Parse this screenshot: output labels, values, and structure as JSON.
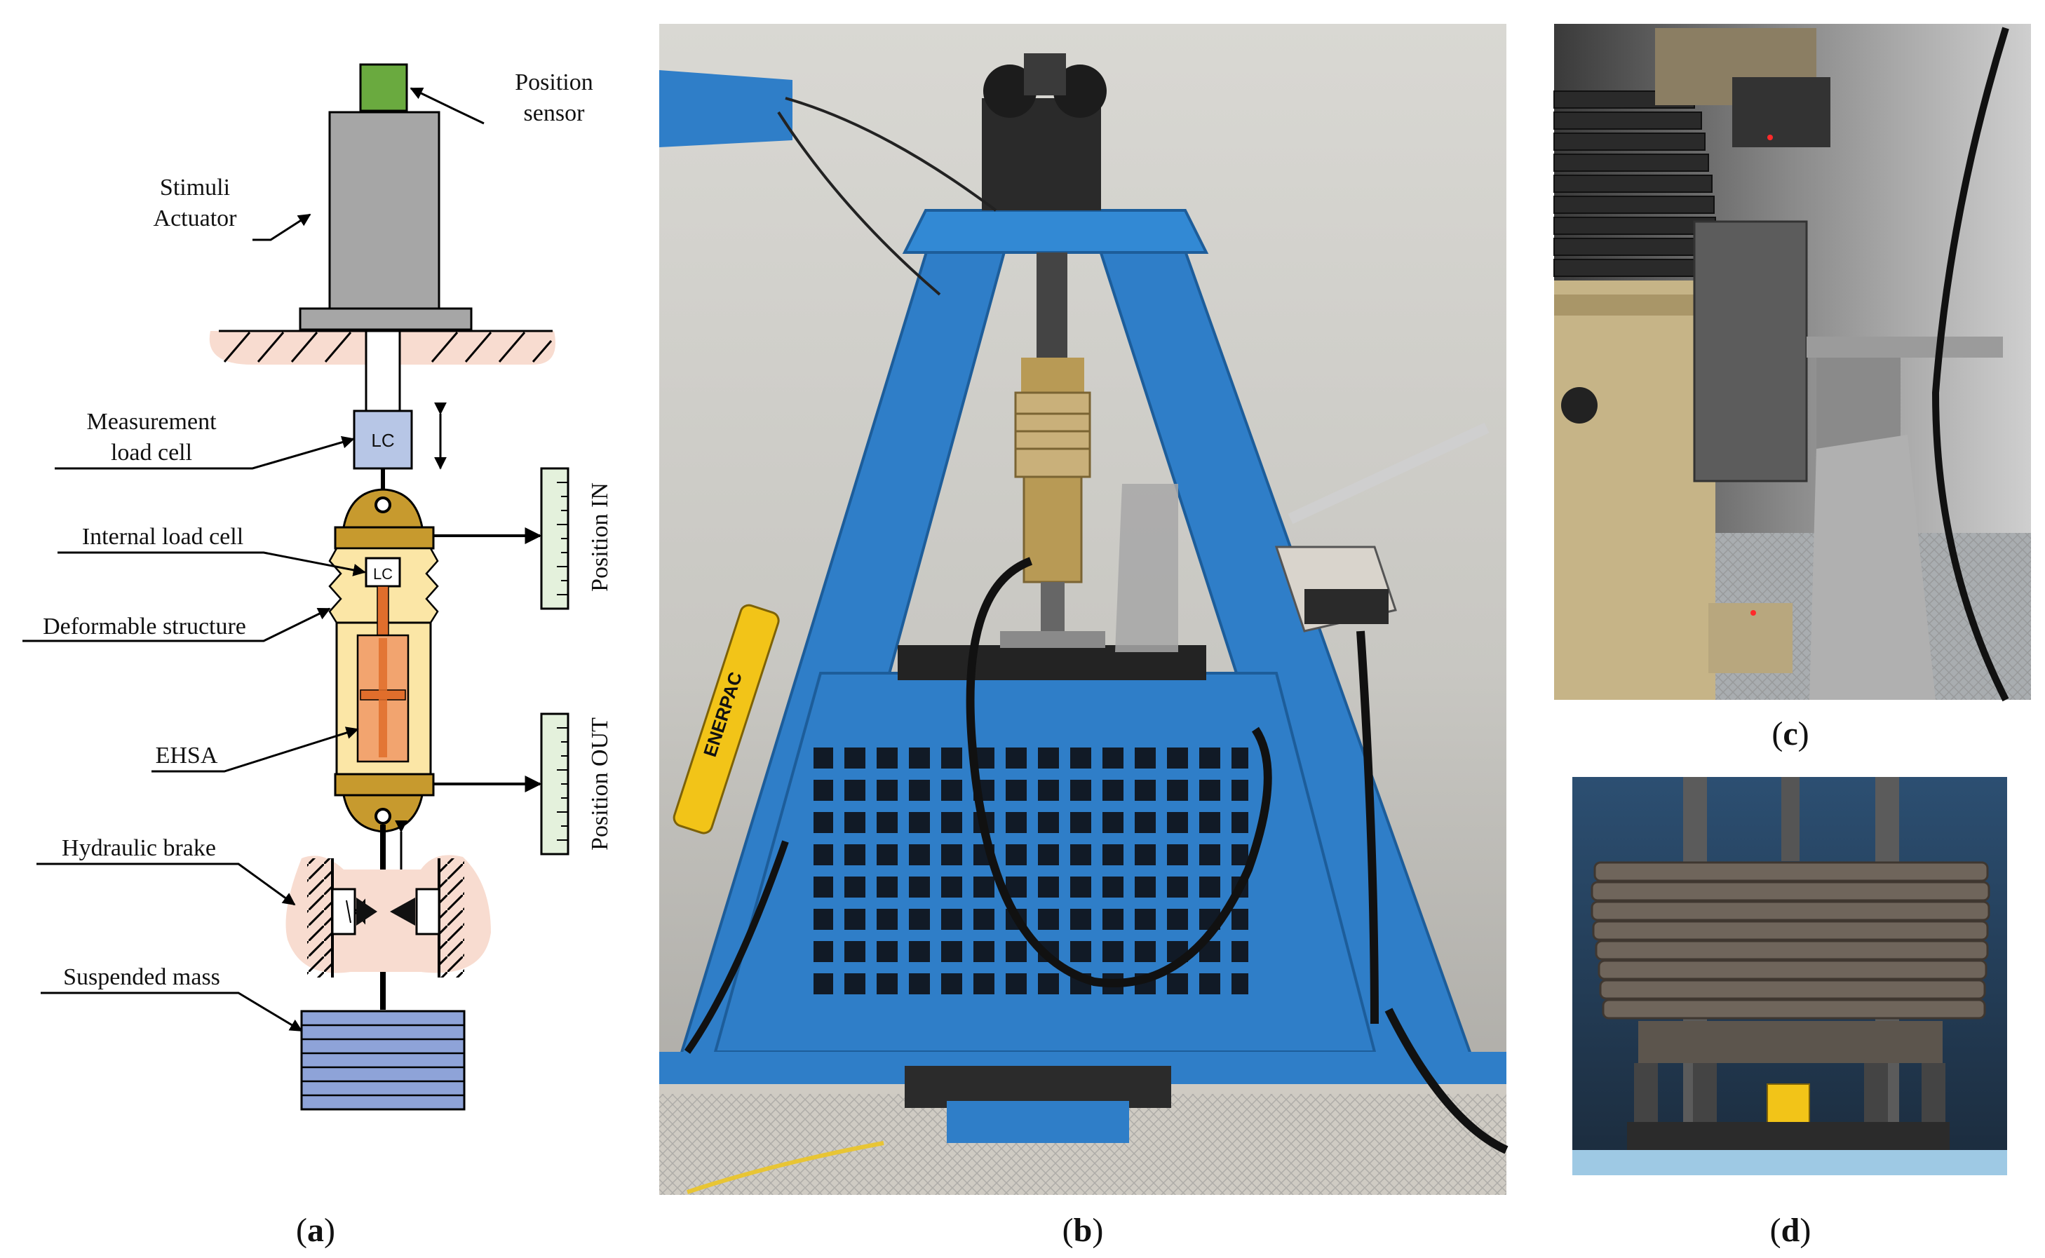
{
  "diagram": {
    "labels": {
      "position_sensor_1": "Position",
      "position_sensor_2": "sensor",
      "stimuli_actuator_1": "Stimuli",
      "stimuli_actuator_2": "Actuator",
      "measurement_load_cell_1": "Measurement",
      "measurement_load_cell_2": "load cell",
      "internal_load_cell": "Internal load cell",
      "deformable_structure": "Deformable structure",
      "ehsa": "EHSA",
      "hydraulic_brake": "Hydraulic brake",
      "suspended_mass": "Suspended mass",
      "lc_outer": "LC",
      "lc_inner": "LC",
      "position_in": "Position IN",
      "position_out": "Position OUT"
    }
  },
  "captions": {
    "a": "a",
    "b": "b",
    "c": "c",
    "d": "d"
  },
  "photo_b": {
    "brand_label": "ENERPAC"
  },
  "colors": {
    "sensor_green": "#6aaa3f",
    "actuator_gray": "#a6a6a6",
    "ground_pink": "#f8dcd0",
    "load_cell_blue": "#b7c6e6",
    "bellows_gold": "#c79a2e",
    "body_yellow": "#fbe6a6",
    "ehsa_orange": "#f2a46f",
    "ehsa_rod": "#e06e2c",
    "mass_blue": "#8ea3d8",
    "scale_green": "#e4f1dc",
    "frame_blue": "#2f7ec8"
  }
}
